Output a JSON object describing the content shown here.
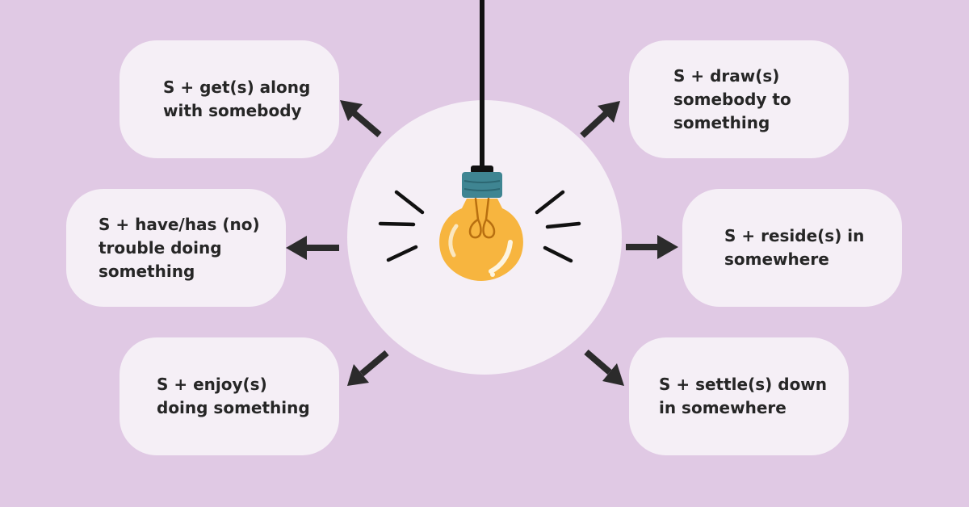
{
  "colors": {
    "background": "#e0c9e4",
    "card": "#f5eff6",
    "circle": "#f5eff6",
    "arrow": "#2b2b2b",
    "text": "#262626",
    "bulb": "#f7b53f",
    "bulb_socket": "#3f8592",
    "cord": "#111111"
  },
  "icons": {
    "bulb": "light-bulb-icon",
    "arrow": "arrow-icon"
  },
  "cards": {
    "top_left": "S + get(s) along\nwith somebody",
    "middle_left": "S + have/has (no)\ntrouble doing\nsomething",
    "bottom_left": "S + enjoy(s)\ndoing something",
    "top_right": "S + draw(s)\nsomebody to\nsomething",
    "middle_right": "S + reside(s) in\nsomewhere",
    "bottom_right": "S + settle(s) down\nin somewhere"
  }
}
